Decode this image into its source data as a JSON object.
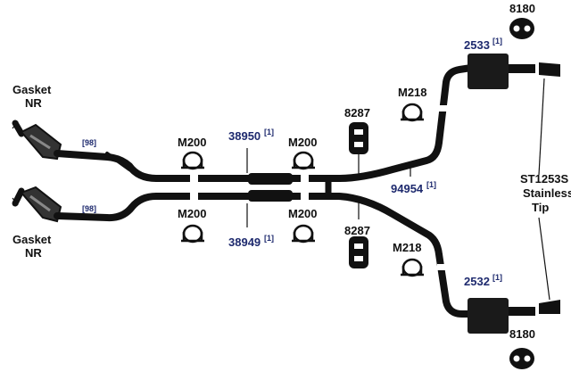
{
  "labels": {
    "gasket_top": [
      "Gasket",
      "NR"
    ],
    "gasket_bottom": [
      "Gasket",
      "NR"
    ],
    "tip": [
      "ST1253S",
      "Stainless",
      "Tip"
    ],
    "m200_tl": "M200",
    "m200_tr": "M200",
    "m200_bl": "M200",
    "m200_br": "M200",
    "hanger_top": "8287",
    "hanger_bottom": "8287",
    "m218_top": "M218",
    "m218_bottom": "M218",
    "iso_top": "8180",
    "iso_bottom": "8180"
  },
  "parts": {
    "cat_top_ref": "[98]",
    "cat_bottom_ref": "[98]",
    "pipe_top": {
      "num": "38950",
      "ref": "[1]"
    },
    "pipe_bottom": {
      "num": "38949",
      "ref": "[1]"
    },
    "xpipe": {
      "num": "94954",
      "ref": "[1]"
    },
    "muffler_top": {
      "num": "2533",
      "ref": "[1]"
    },
    "muffler_bottom": {
      "num": "2532",
      "ref": "[1]"
    }
  },
  "colors": {
    "line": "#111111",
    "part_number": "#1e2a6e",
    "background": "#ffffff"
  }
}
